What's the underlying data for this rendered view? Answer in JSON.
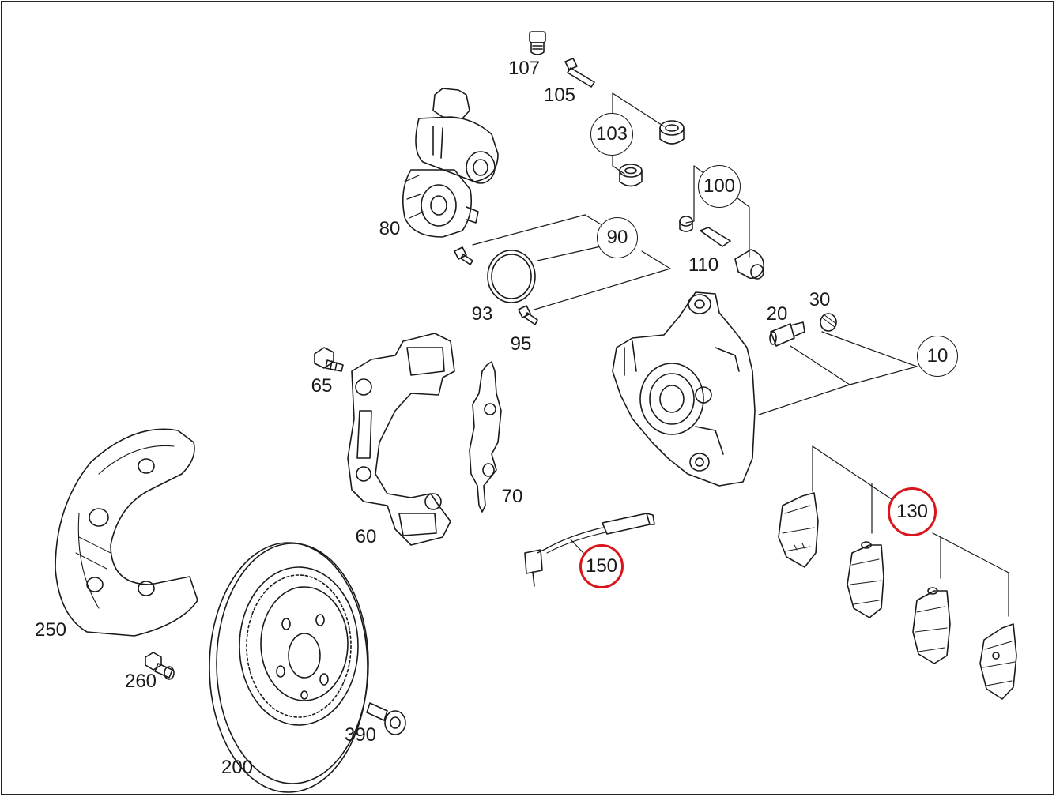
{
  "parts": {
    "p107": "107",
    "p105": "105",
    "p103": "103",
    "p100": "100",
    "p80": "80",
    "p90": "90",
    "p110": "110",
    "p93": "93",
    "p95": "95",
    "p20": "20",
    "p30": "30",
    "p10": "10",
    "p65": "65",
    "p70": "70",
    "p60": "60",
    "p130": "130",
    "p150": "150",
    "p250": "250",
    "p260": "260",
    "p390": "390",
    "p200": "200"
  },
  "colors": {
    "line": "#1a1a1a",
    "highlight": "#d9161c",
    "background": "#ffffff"
  }
}
